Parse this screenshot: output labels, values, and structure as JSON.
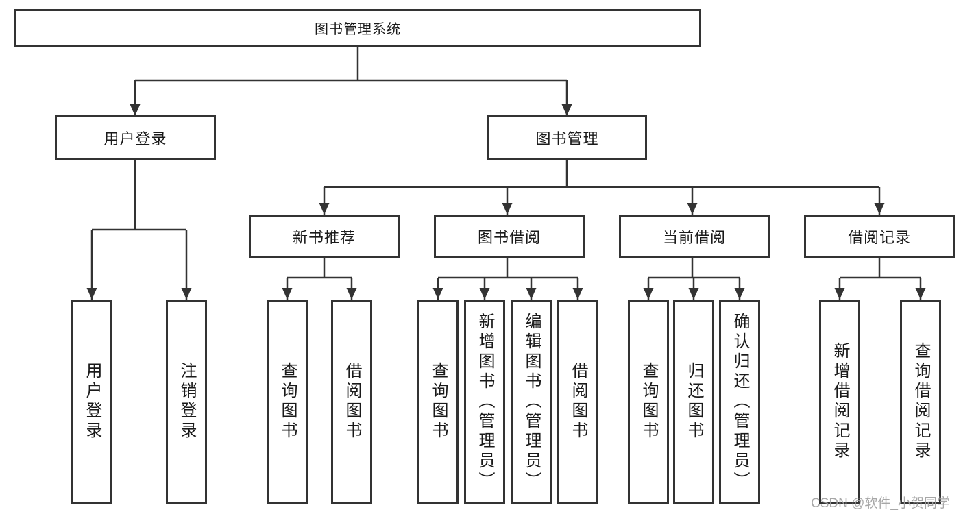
{
  "diagram": {
    "root": {
      "label": "图书管理系统"
    },
    "branches": [
      {
        "label": "用户登录",
        "children": [
          {
            "label": "用户登录"
          },
          {
            "label": "注销登录"
          }
        ]
      },
      {
        "label": "图书管理",
        "children": [
          {
            "label": "新书推荐",
            "children": [
              {
                "label": "查询图书"
              },
              {
                "label": "借阅图书"
              }
            ]
          },
          {
            "label": "图书借阅",
            "children": [
              {
                "label": "查询图书"
              },
              {
                "label": "新增图书（管理员）"
              },
              {
                "label": "编辑图书（管理员）"
              },
              {
                "label": "借阅图书"
              }
            ]
          },
          {
            "label": "当前借阅",
            "children": [
              {
                "label": "查询图书"
              },
              {
                "label": "归还图书"
              },
              {
                "label": "确认归还（管理员）"
              }
            ]
          },
          {
            "label": "借阅记录",
            "children": [
              {
                "label": "新增借阅记录"
              },
              {
                "label": "查询借阅记录"
              }
            ]
          }
        ]
      }
    ]
  },
  "watermark": {
    "text": "CSDN @软件_小贺同学"
  },
  "colors": {
    "line": "#333333",
    "box_border": "#333333",
    "text": "#1a1a1a",
    "watermark": "#a0a0a0",
    "background": "#ffffff"
  }
}
